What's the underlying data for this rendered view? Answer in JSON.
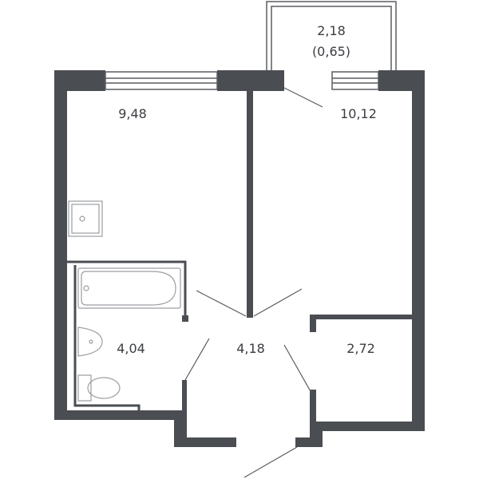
{
  "colors": {
    "wall": "#4a4d52",
    "line": "#5a5d62",
    "fixture": "#9a9da2",
    "text": "#3a3d42"
  },
  "rooms": [
    {
      "id": "room-left",
      "area": "9,48"
    },
    {
      "id": "room-right",
      "area": "10,12"
    },
    {
      "id": "balcony",
      "area": "2,18",
      "area_sub": "(0,65)"
    },
    {
      "id": "bathroom",
      "area": "4,04"
    },
    {
      "id": "hall",
      "area": "4,18"
    },
    {
      "id": "storage",
      "area": "2,72"
    }
  ]
}
